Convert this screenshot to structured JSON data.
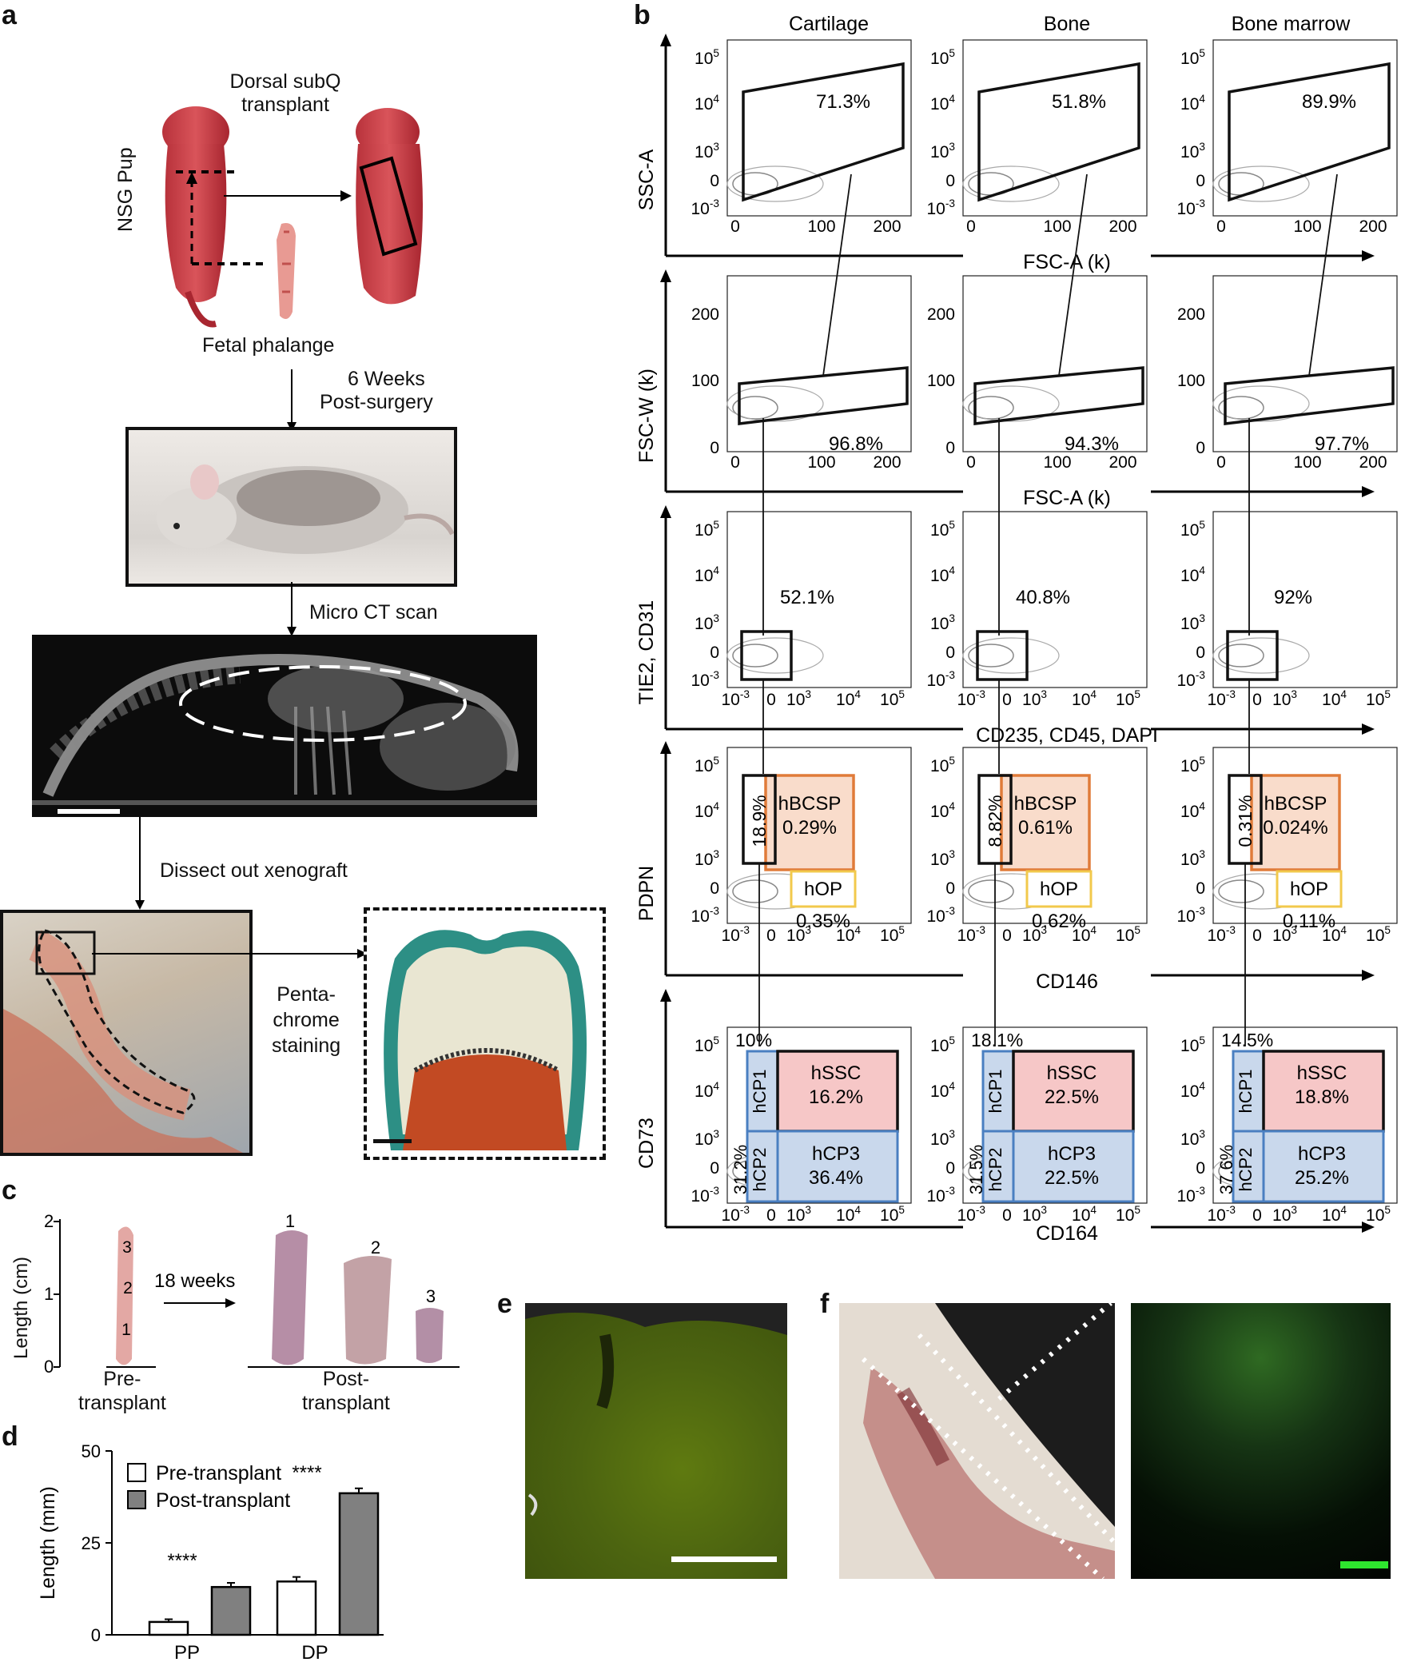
{
  "panel_letters": {
    "a": "a",
    "b": "b",
    "c": "c",
    "d": "d",
    "e": "e",
    "f": "f"
  },
  "panel_a": {
    "dorsal_label": "Dorsal subQ\ntransplant",
    "dorsal_line1": "Dorsal subQ",
    "dorsal_line2": "transplant",
    "nsg_pup": "NSG Pup",
    "fetal_phalange": "Fetal phalange",
    "weeks_line1": "6 Weeks",
    "weeks_line2": "Post-surgery",
    "micro_ct": "Micro CT scan",
    "dissect": "Dissect out xenograft",
    "stain_line1": "Penta-",
    "stain_line2": "chrome",
    "stain_line3": "staining"
  },
  "panel_b": {
    "columns": [
      "Cartilage",
      "Bone",
      "Bone marrow"
    ],
    "row_ylabels": [
      "SSC-A",
      "FSC-W (k)",
      "TIE2, CD31",
      "PDPN",
      "CD73"
    ],
    "row_xlabels": [
      "FSC-A (k)",
      "FSC-A (k)",
      "CD235, CD45, DAPI",
      "CD146",
      "CD164"
    ],
    "row1_pct": [
      "71.3%",
      "51.8%",
      "89.9%"
    ],
    "row2_pct": [
      "96.8%",
      "94.3%",
      "97.7%"
    ],
    "row3_pct": [
      "52.1%",
      "40.8%",
      "92%"
    ],
    "row4": [
      {
        "left": "18.9%",
        "hbcsp": "hBCSP",
        "hbcsp_pct": "0.29%",
        "hop": "hOP",
        "hop_pct": "0.35%"
      },
      {
        "left": "8.82%",
        "hbcsp": "hBCSP",
        "hbcsp_pct": "0.61%",
        "hop": "hOP",
        "hop_pct": "0.62%"
      },
      {
        "left": "0.31%",
        "hbcsp": "hBCSP",
        "hbcsp_pct": "0.024%",
        "hop": "hOP",
        "hop_pct": "0.11%"
      }
    ],
    "row5": [
      {
        "top": "10%",
        "hcp1": "hCP1",
        "hssc": "hSSC",
        "hssc_pct": "16.2%",
        "hcp2_pct": "31.2%",
        "hcp2": "hCP2",
        "hcp3": "hCP3",
        "hcp3_pct": "36.4%"
      },
      {
        "top": "18.1%",
        "hcp1": "hCP1",
        "hssc": "hSSC",
        "hssc_pct": "22.5%",
        "hcp2_pct": "31.5%",
        "hcp2": "hCP2",
        "hcp3": "hCP3",
        "hcp3_pct": "22.5%"
      },
      {
        "top": "14.5%",
        "hcp1": "hCP1",
        "hssc": "hSSC",
        "hssc_pct": "18.8%",
        "hcp2_pct": "37.6%",
        "hcp2": "hCP2",
        "hcp3": "hCP3",
        "hcp3_pct": "25.2%"
      }
    ],
    "ticks_linear": [
      "0",
      "100",
      "200"
    ],
    "ticks_log_base": "10",
    "ticks_log_exp": [
      "5",
      "4",
      "3",
      "-3"
    ],
    "ticks_zero": "0",
    "colors": {
      "orange": "#e07b39",
      "orange_fill": "#f9dccb",
      "yellow": "#f2c94c",
      "red_fill": "#f6c7c7",
      "blue": "#4a7fc1",
      "blue_fill": "#c9d8ec"
    }
  },
  "panel_c": {
    "ylabel": "Length (cm)",
    "yticks": [
      "2",
      "1",
      "0"
    ],
    "weeks": "18 weeks",
    "pre_line1": "Pre-",
    "pre_line2": "transplant",
    "post_line1": "Post-",
    "post_line2": "transplant",
    "numbers": [
      "3",
      "2",
      "1"
    ],
    "post_numbers": [
      "1",
      "2",
      "3"
    ]
  },
  "chart_data": {
    "type": "bar",
    "categories": [
      "PP",
      "DP"
    ],
    "series": [
      {
        "name": "Pre-transplant",
        "values": [
          3.5,
          14.5
        ],
        "errors": [
          0.3,
          0.8
        ],
        "color": "#ffffff"
      },
      {
        "name": "Post-transplant",
        "values": [
          13,
          38.5
        ],
        "errors": [
          0.7,
          0.9
        ],
        "color": "#808080"
      }
    ],
    "xlabel": "",
    "ylabel": "Length (mm)",
    "ylim": [
      0,
      50
    ],
    "yticks": [
      "0",
      "25",
      "50"
    ],
    "annotations": [
      "****",
      "****"
    ],
    "legend": "top-left"
  }
}
